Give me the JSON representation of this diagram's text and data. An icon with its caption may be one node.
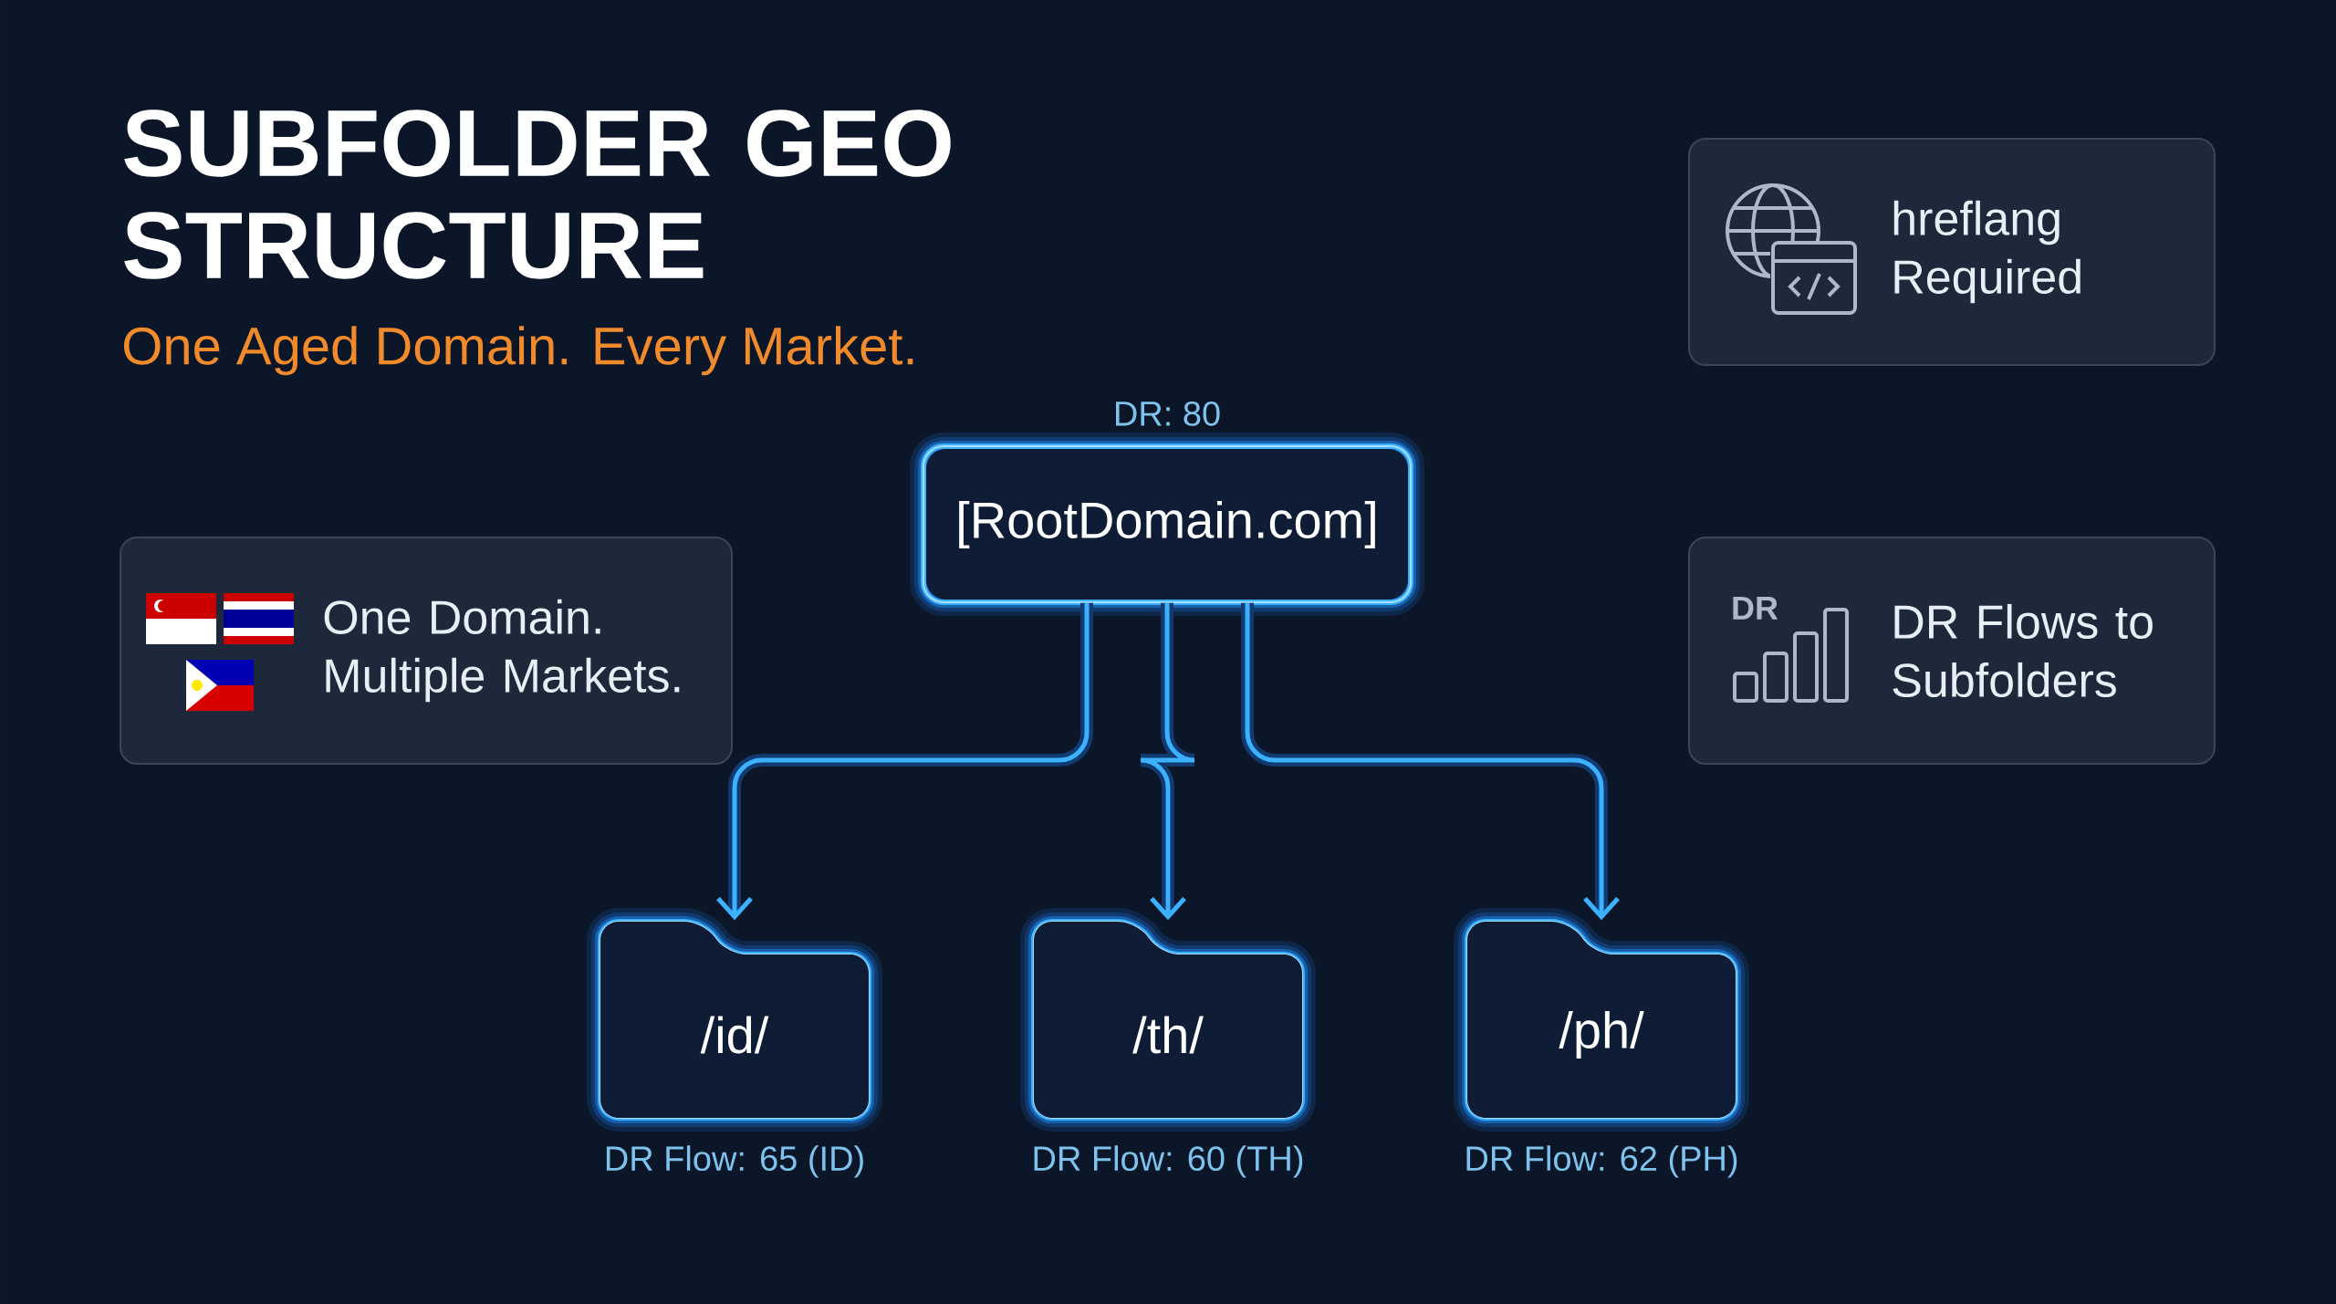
{
  "diagram": {
    "title": "SUBFOLDER GEO STRUCTURE",
    "nodes": [
      {
        "text": [
          "hreflang Required"
        ]
      },
      {
        "text": [
          "One Domain. Multiple Markets."
        ]
      },
      {
        "text": [
          "[RootDomain.com]"
        ],
        "beside": [
          "DR: 80"
        ]
      },
      {
        "text": [
          "DR",
          "DR Flows to Subfolders"
        ]
      },
      {
        "text": [
          "/id/"
        ],
        "beside": [
          "DR Flow: 65 (ID)"
        ]
      },
      {
        "text": [
          "/th/"
        ],
        "beside": [
          "DR Flow: 60 (TH)"
        ]
      },
      {
        "text": [
          "/ph/"
        ],
        "beside": [
          "DR Flow: 62 (PH)"
        ]
      }
    ],
    "edges": [
      {
        "from": 2,
        "to": 4,
        "arrow": "to"
      },
      {
        "from": 2,
        "to": 5,
        "arrow": "to"
      },
      {
        "from": 2,
        "to": 6,
        "arrow": "to"
      }
    ],
    "labels": [
      "One Aged Domain. Every Market."
    ]
  }
}
